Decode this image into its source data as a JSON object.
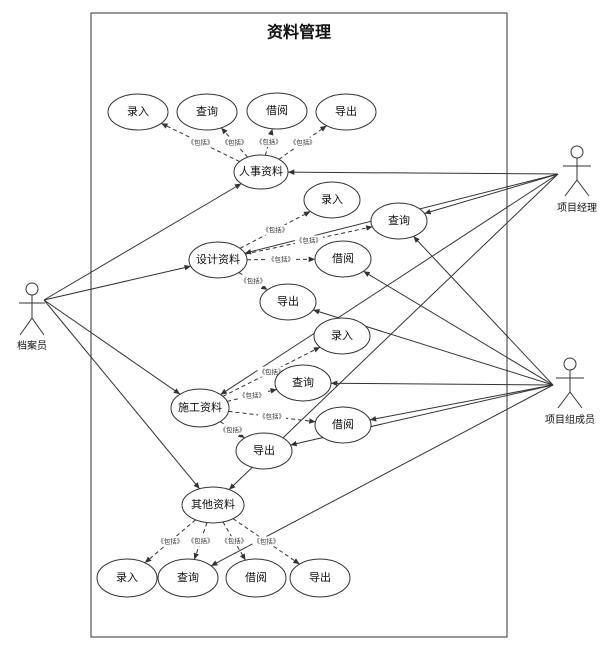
{
  "system": {
    "title": "资料管理"
  },
  "actors": {
    "archivist": "档案员",
    "manager": "项目经理",
    "member": "项目组成员"
  },
  "include_label": "《包括》",
  "groups": [
    {
      "id": "personnel",
      "label": "人事资料",
      "children": [
        "录入",
        "查询",
        "借阅",
        "导出"
      ]
    },
    {
      "id": "design",
      "label": "设计资料",
      "children": [
        "录入",
        "查询",
        "借阅",
        "导出"
      ]
    },
    {
      "id": "construction",
      "label": "施工资料",
      "children": [
        "录入",
        "查询",
        "借阅",
        "导出"
      ]
    },
    {
      "id": "other",
      "label": "其他资料",
      "children": [
        "录入",
        "查询",
        "借阅",
        "导出"
      ]
    }
  ]
}
